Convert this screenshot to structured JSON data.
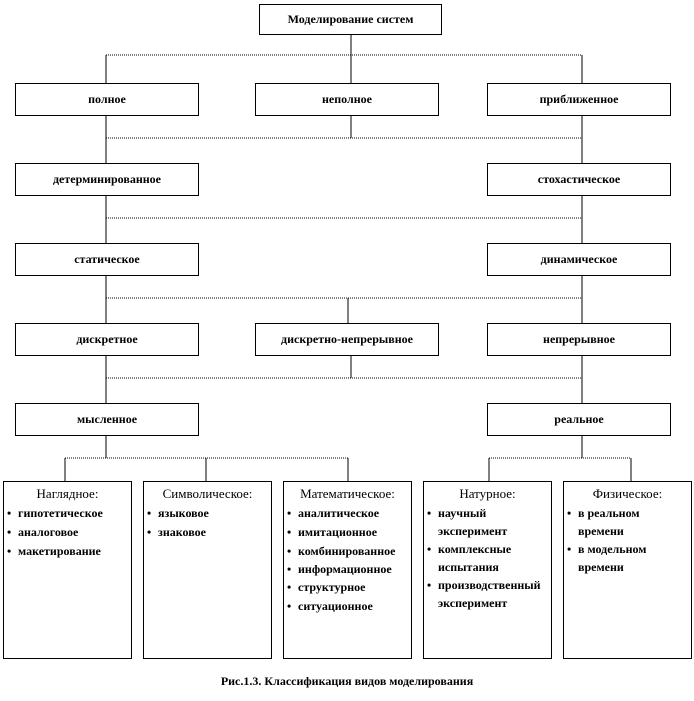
{
  "root": "Моделирование систем",
  "level1": [
    "полное",
    "неполное",
    "приближенное"
  ],
  "level2": [
    "детерминированное",
    "стохастическое"
  ],
  "level3": [
    "статическое",
    "динамическое"
  ],
  "level4": [
    "дискретное",
    "дискретно-непрерывное",
    "непрерывное"
  ],
  "level5": [
    "мысленное",
    "реальное"
  ],
  "leaves": [
    {
      "title": "Наглядное:",
      "items": [
        "гипотетическое",
        "аналоговое",
        "макетирование"
      ]
    },
    {
      "title": "Символическое:",
      "items": [
        "языковое",
        "знаковое"
      ]
    },
    {
      "title": "Математическое:",
      "items": [
        "аналитическое",
        "имитационное",
        "комбинированное",
        "информационное",
        "структурное",
        "ситуационное"
      ]
    },
    {
      "title": "Натурное:",
      "items": [
        "научный эксперимент",
        "комплексные испытания",
        "производственный эксперимент"
      ]
    },
    {
      "title": "Физическое:",
      "items": [
        "в реальном времени",
        "в модельном времени"
      ]
    }
  ],
  "caption": "Рис.1.3. Классификация видов моделирования"
}
